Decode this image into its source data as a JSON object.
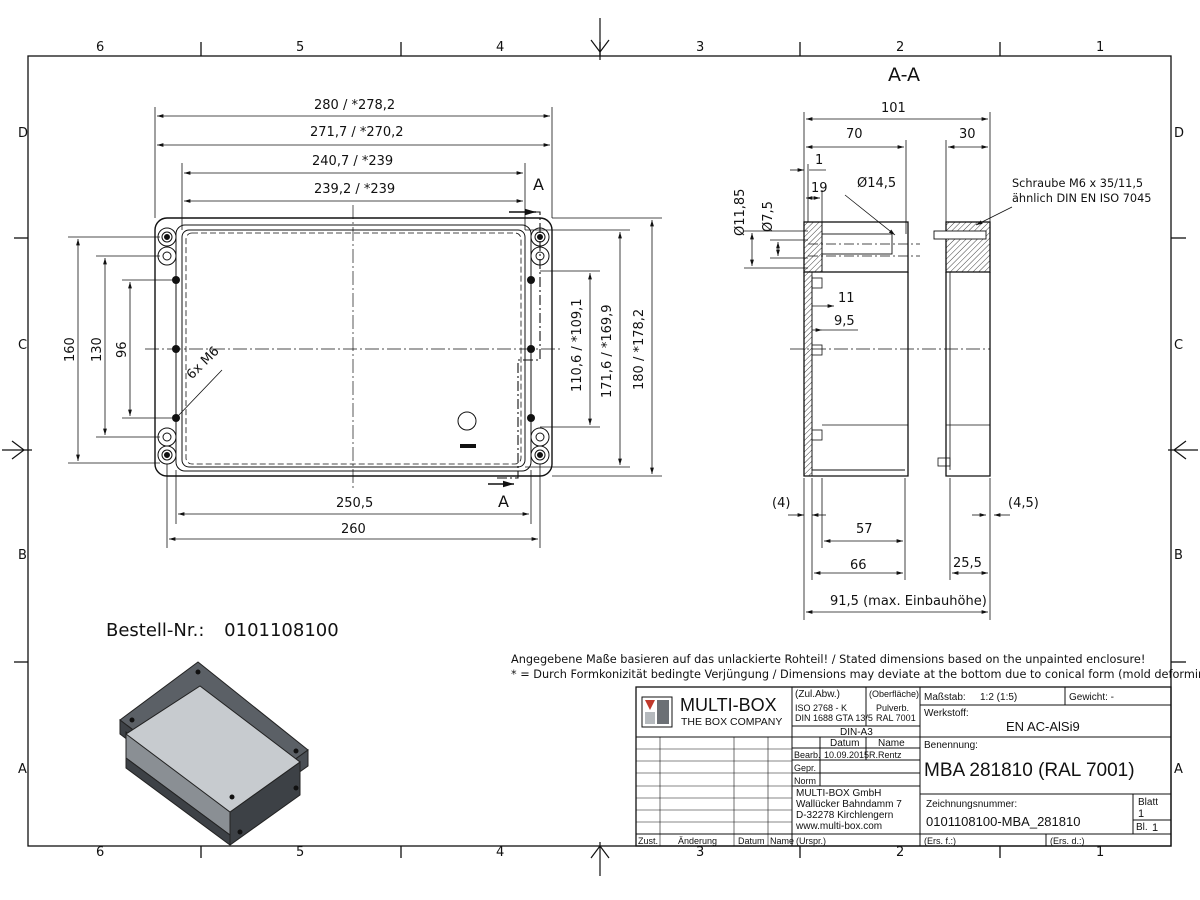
{
  "frame": {
    "zones_top": [
      "6",
      "5",
      "4",
      "3",
      "2",
      "1"
    ],
    "zones_bottom": [
      "6",
      "5",
      "4",
      "3",
      "2",
      "1"
    ],
    "zones_left": [
      "D",
      "C",
      "B",
      "A"
    ],
    "zones_right": [
      "D",
      "C",
      "B",
      "A"
    ]
  },
  "section_title": "A-A",
  "section_markers": {
    "top": "A",
    "bottom": "A"
  },
  "plan_view": {
    "dims": {
      "w280": "280 / *278,2",
      "w271": "271,7 / *270,2",
      "w240": "240,7 / *239",
      "w239": "239,2 / *239",
      "w250": "250,5",
      "w260": "260",
      "h160": "160",
      "h130": "130",
      "h96": "96",
      "h110": "110,6 / *109,1",
      "h171": "171,6 / *169,9",
      "h180": "180 / *178,2",
      "thread": "6x M6"
    }
  },
  "section_view": {
    "dims": {
      "d101": "101",
      "d70": "70",
      "d30": "30",
      "d1": "1",
      "d19": "19",
      "d14_5": "Ø14,5",
      "d11_85": "Ø11,85",
      "d7_5": "Ø7,5",
      "d11": "11",
      "d9_5": "9,5",
      "d4": "(4)",
      "d4_5": "(4,5)",
      "d57": "57",
      "d66": "66",
      "d25_5": "25,5",
      "d91_5": "91,5 (max. Einbauhöhe)"
    },
    "screw_note_1": "Schraube M6 x 35/11,5",
    "screw_note_2": "ähnlich DIN EN ISO 7045"
  },
  "order": {
    "label": "Bestell-Nr.:",
    "number": "0101108100"
  },
  "notes": {
    "line1": "Angegebene Maße basieren auf das unlackierte Rohteil! / Stated dimensions based on the unpainted enclosure!",
    "line2": "* = Durch Formkonizität bedingte Verjüngung / Dimensions may deviate at the bottom due to conical form (mold deforming)"
  },
  "title_block": {
    "company": "MULTI-BOX",
    "tagline": "THE BOX COMPANY",
    "zul_abw": "(Zul.Abw.)",
    "iso1": "ISO 2768 - K",
    "iso2": "DIN 1688 GTA 13/5",
    "oberflaeche": "(Oberfläche)",
    "pulverb": "Pulverb.",
    "ral": "RAL 7001",
    "din_a3": "DIN-A3",
    "datum": "Datum",
    "name": "Name",
    "bearb": "Bearb.",
    "bearb_date": "10.09.2015",
    "bearb_name": "R.Rentz",
    "gepr": "Gepr.",
    "norm": "Norm",
    "address1": "MULTI-BOX GmbH",
    "address2": "Wallücker Bahndamm 7",
    "address3": "D-32278 Kirchlengern",
    "address4": "www.multi-box.com",
    "zust": "Zust.",
    "aenderung": "Änderung",
    "datum2": "Datum",
    "name2": "Name",
    "urspr": "(Urspr.)",
    "massstab_label": "Maßstab:",
    "massstab": "1:2  (1:5)",
    "gewicht": "Gewicht: -",
    "werkstoff_label": "Werkstoff:",
    "werkstoff": "EN AC-AlSi9",
    "benennung_label": "Benennung:",
    "benennung": "MBA 281810 (RAL 7001)",
    "zeichnungsnummer_label": "Zeichnungsnummer:",
    "zeichnungsnummer": "0101108100-MBA_281810",
    "blatt_label": "Blatt",
    "blatt": "1",
    "bl_label": "Bl.",
    "bl": "1",
    "ers_f": "(Ers. f.:)",
    "ers_d": "(Ers. d.:)"
  },
  "colors": {
    "line": "#111111",
    "box_top": "#5b6066",
    "box_body": "#3d4146",
    "box_light": "#8a8f94"
  }
}
